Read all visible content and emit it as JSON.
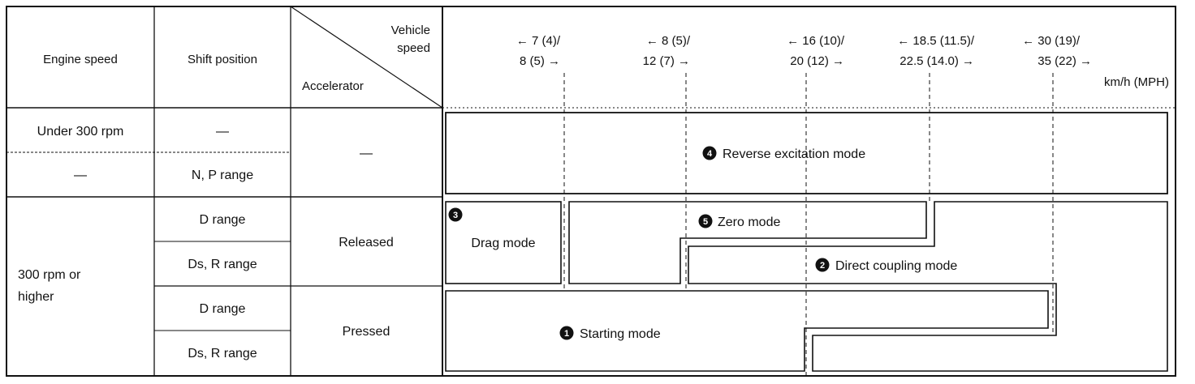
{
  "headers": {
    "engine_speed": "Engine speed",
    "shift_position": "Shift position",
    "vehicle_speed_line1": "Vehicle",
    "vehicle_speed_line2": "speed",
    "accelerator": "Accelerator"
  },
  "speed_thresholds": [
    {
      "line1": "← 7 (4)/",
      "line2": "8 (5) →"
    },
    {
      "line1": "← 8 (5)/",
      "line2": "12 (7) →"
    },
    {
      "line1": "← 16 (10)/",
      "line2": "20 (12) →"
    },
    {
      "line1": "← 18.5 (11.5)/",
      "line2": "22.5 (14.0) →"
    },
    {
      "line1": "← 30 (19)/",
      "line2": "35 (22) →"
    }
  ],
  "speed_unit": "km/h (MPH)",
  "engine_speeds": {
    "under": "Under 300 rpm",
    "dash": "—",
    "higher_line1": "300 rpm or",
    "higher_line2": "higher"
  },
  "shift_positions": {
    "dash": "—",
    "np": "N, P range",
    "d1": "D range",
    "dsr1": "Ds, R range",
    "d2": "D range",
    "dsr2": "Ds, R range"
  },
  "accelerator_states": {
    "dash": "—",
    "released": "Released",
    "pressed": "Pressed"
  },
  "modes": {
    "starting": {
      "num": "1",
      "label": "Starting mode"
    },
    "direct": {
      "num": "2",
      "label": "Direct coupling mode"
    },
    "drag": {
      "num": "3",
      "label": "Drag mode"
    },
    "reverse": {
      "num": "4",
      "label": "Reverse excitation mode"
    },
    "zero": {
      "num": "5",
      "label": "Zero mode"
    }
  }
}
